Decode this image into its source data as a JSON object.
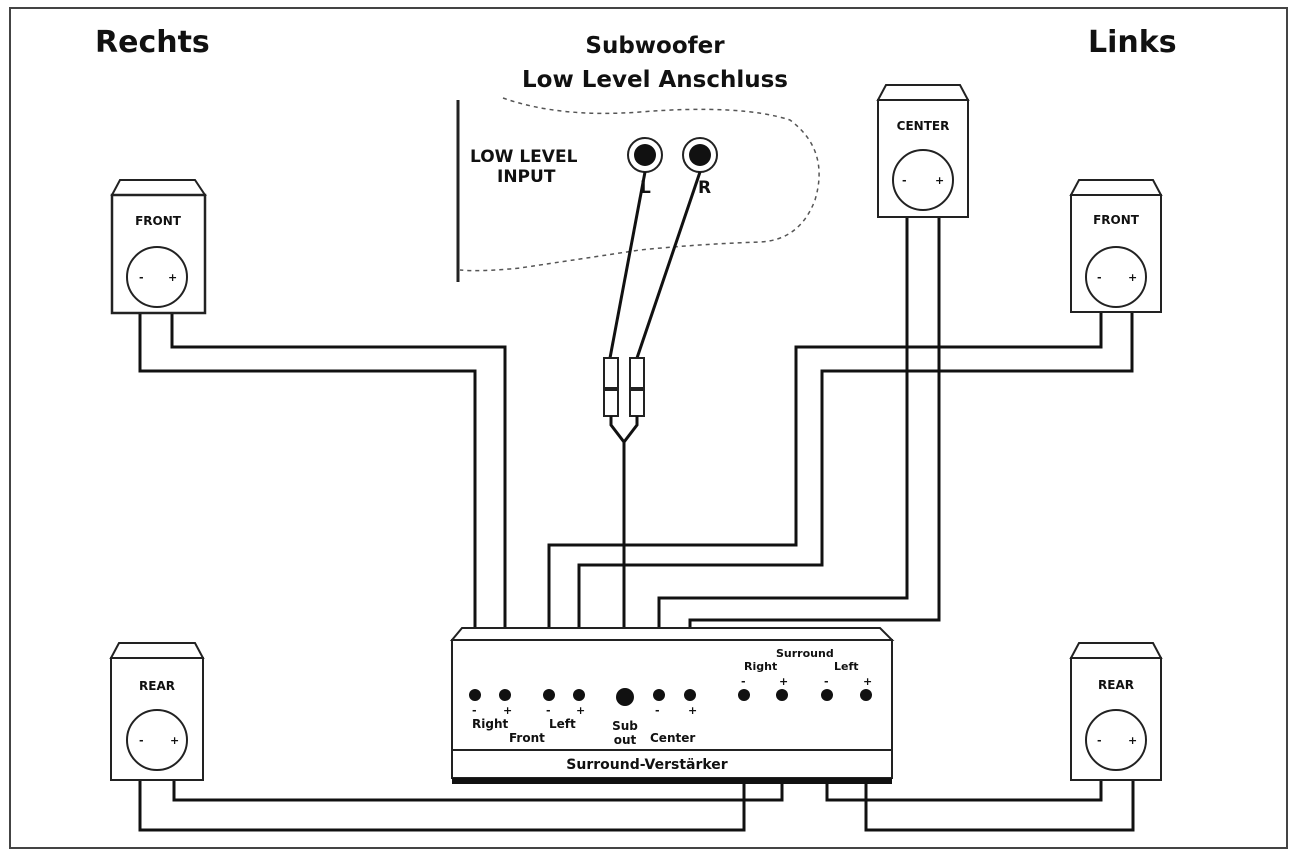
{
  "header": {
    "left_side": "Rechts",
    "right_side": "Links",
    "subwoofer_title_line1": "Subwoofer",
    "subwoofer_title_line2": "Low Level Anschluss"
  },
  "subwoofer": {
    "input_line1": "LOW LEVEL",
    "input_line2": "INPUT",
    "jack_left": "L",
    "jack_right": "R"
  },
  "speakers": {
    "front_right": "FRONT",
    "front_left": "FRONT",
    "center": "CENTER",
    "rear_right": "REAR",
    "rear_left": "REAR",
    "minus": "-",
    "plus": "+"
  },
  "amplifier": {
    "name": "Surround-Verstärker",
    "front_right": "Right",
    "front": "Front",
    "front_left": "Left",
    "sub_line1": "Sub",
    "sub_line2": "out",
    "center": "Center",
    "surround": "Surround",
    "surround_right": "Right",
    "surround_left": "Left",
    "minus": "-",
    "plus": "+"
  }
}
